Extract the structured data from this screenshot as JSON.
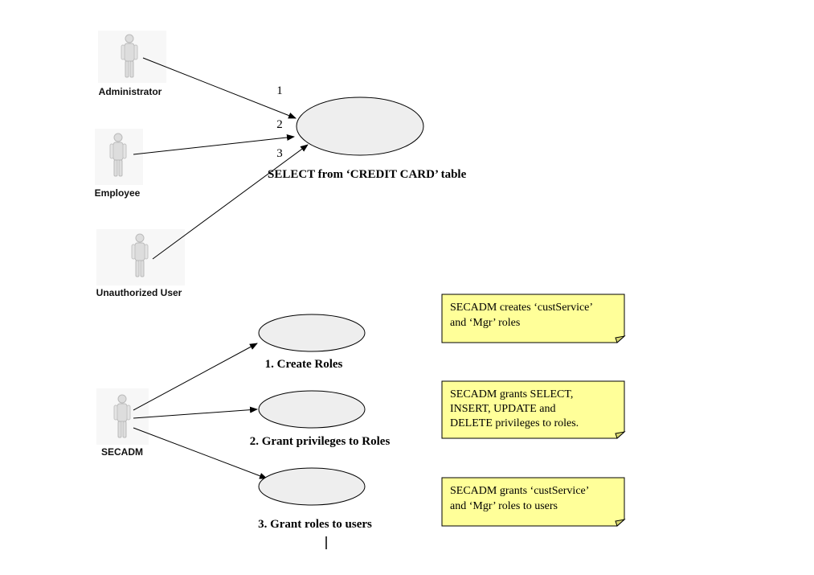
{
  "actors": {
    "administrator": "Administrator",
    "employee": "Employee",
    "unauthorized": "Unauthorized User",
    "secadm": "SECADM"
  },
  "top_diagram": {
    "use_case": "SELECT from ‘CREDIT CARD’ table",
    "arrow_numbers": [
      "1",
      "2",
      "3"
    ]
  },
  "bottom_diagram": {
    "use_cases": [
      "1. Create Roles",
      "2. Grant privileges to Roles",
      "3. Grant roles to users"
    ],
    "notes": [
      [
        "SECADM creates ‘custService’",
        "and ‘Mgr’ roles"
      ],
      [
        "SECADM grants SELECT,",
        "INSERT, UPDATE and",
        "DELETE privileges to roles."
      ],
      [
        "SECADM grants ‘custService’",
        "and ‘Mgr’ roles to users"
      ]
    ]
  },
  "colors": {
    "note_fill": "#ffff99",
    "ellipse_fill": "#eeeeee",
    "actor_fill": "#dddddd",
    "actor_stroke": "#bbbbbb"
  }
}
